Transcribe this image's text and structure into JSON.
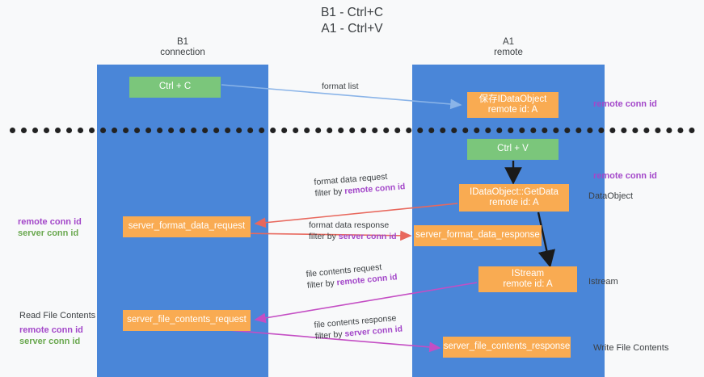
{
  "title": {
    "line1": "B1 - Ctrl+C",
    "line2": "A1 - Ctrl+V"
  },
  "lanes": [
    {
      "id": "b1",
      "line1": "B1",
      "line2": "connection",
      "color": "#4a86d8"
    },
    {
      "id": "a1",
      "line1": "A1",
      "line2": "remote",
      "color": "#4a86d8"
    }
  ],
  "colors": {
    "lane": "#4a86d8",
    "green_box": "#7bc67b",
    "orange_box": "#f9ab52",
    "purple_text": "#a347c9",
    "green_text": "#6aa84f",
    "format_arrow": "#8ab4e8",
    "data_arrow": "#e8685d",
    "file_arrow": "#c44ec4",
    "black_arrow": "#1a1a1a",
    "divider": "#222222",
    "background": "#f8f9fa"
  },
  "boxes": {
    "ctrl_c": {
      "label": "Ctrl + C",
      "style": "green"
    },
    "save_idataobject": {
      "label": "保存IDataObject",
      "sub": "remote id: A",
      "style": "orange"
    },
    "ctrl_v": {
      "label": "Ctrl + V",
      "style": "green"
    },
    "getdata": {
      "label": "IDataObject::GetData",
      "sub": "remote id: A",
      "style": "orange"
    },
    "server_format_data_request": {
      "label": "server_format_data_request",
      "style": "orange"
    },
    "server_format_data_response": {
      "label": "server_format_data_response",
      "style": "orange"
    },
    "istream": {
      "label": "IStream",
      "sub": "remote id: A",
      "style": "orange"
    },
    "server_file_contents_request": {
      "label": "server_file_contents_request",
      "style": "orange"
    },
    "server_file_contents_response": {
      "label": "server_file_contents_response",
      "style": "orange"
    }
  },
  "arrow_labels": {
    "format_list": {
      "line1": "format list"
    },
    "format_data_request": {
      "line1": "format data request",
      "filter_prefix": "filter by ",
      "filter_key": "remote conn id"
    },
    "format_data_response": {
      "line1": "format data response",
      "filter_prefix": "filter by ",
      "filter_key": "server conn id"
    },
    "file_contents_request": {
      "line1": "file contents request",
      "filter_prefix": "filter by ",
      "filter_key": "remote conn id"
    },
    "file_contents_response": {
      "line1": "file contents response",
      "filter_prefix": "filter by ",
      "filter_key": "server conn id"
    }
  },
  "side_labels": {
    "remote_conn_id_top": "remote conn id",
    "remote_conn_id_mid": "remote conn id",
    "dataobject": "DataObject",
    "istream": "Istream",
    "write_file_contents": "Write File Contents",
    "read_file_contents": "Read File Contents",
    "left_remote_conn_id_1": "remote conn id",
    "left_server_conn_id_1": "server conn id",
    "left_remote_conn_id_2": "remote conn id",
    "left_server_conn_id_2": "server conn id"
  }
}
